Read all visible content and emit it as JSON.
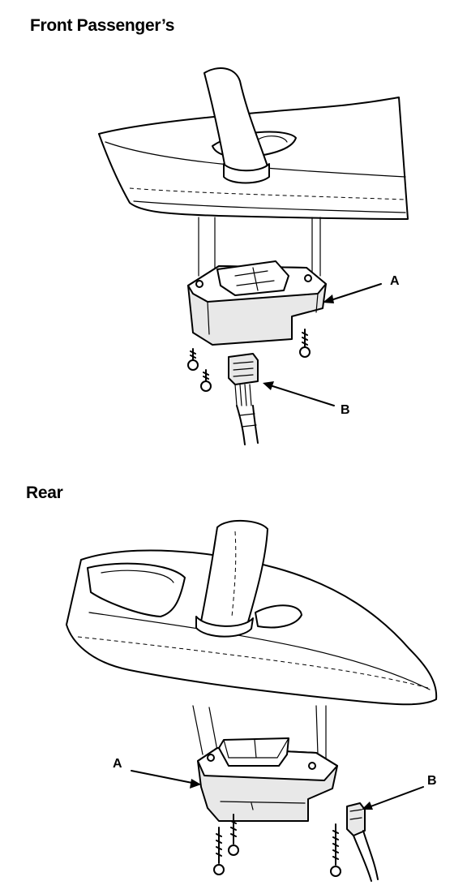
{
  "sections": {
    "front": {
      "title": "Front Passenger’s",
      "label_a": "A",
      "label_b": "B"
    },
    "rear": {
      "title": "Rear",
      "label_a": "A",
      "label_b": "B"
    }
  },
  "icons": {
    "armrest": "door-armrest-panel",
    "grab_handle": "door-pull-handle",
    "switch": "power-window-switch",
    "connector": "wire-harness-connector",
    "screw": "screw"
  }
}
